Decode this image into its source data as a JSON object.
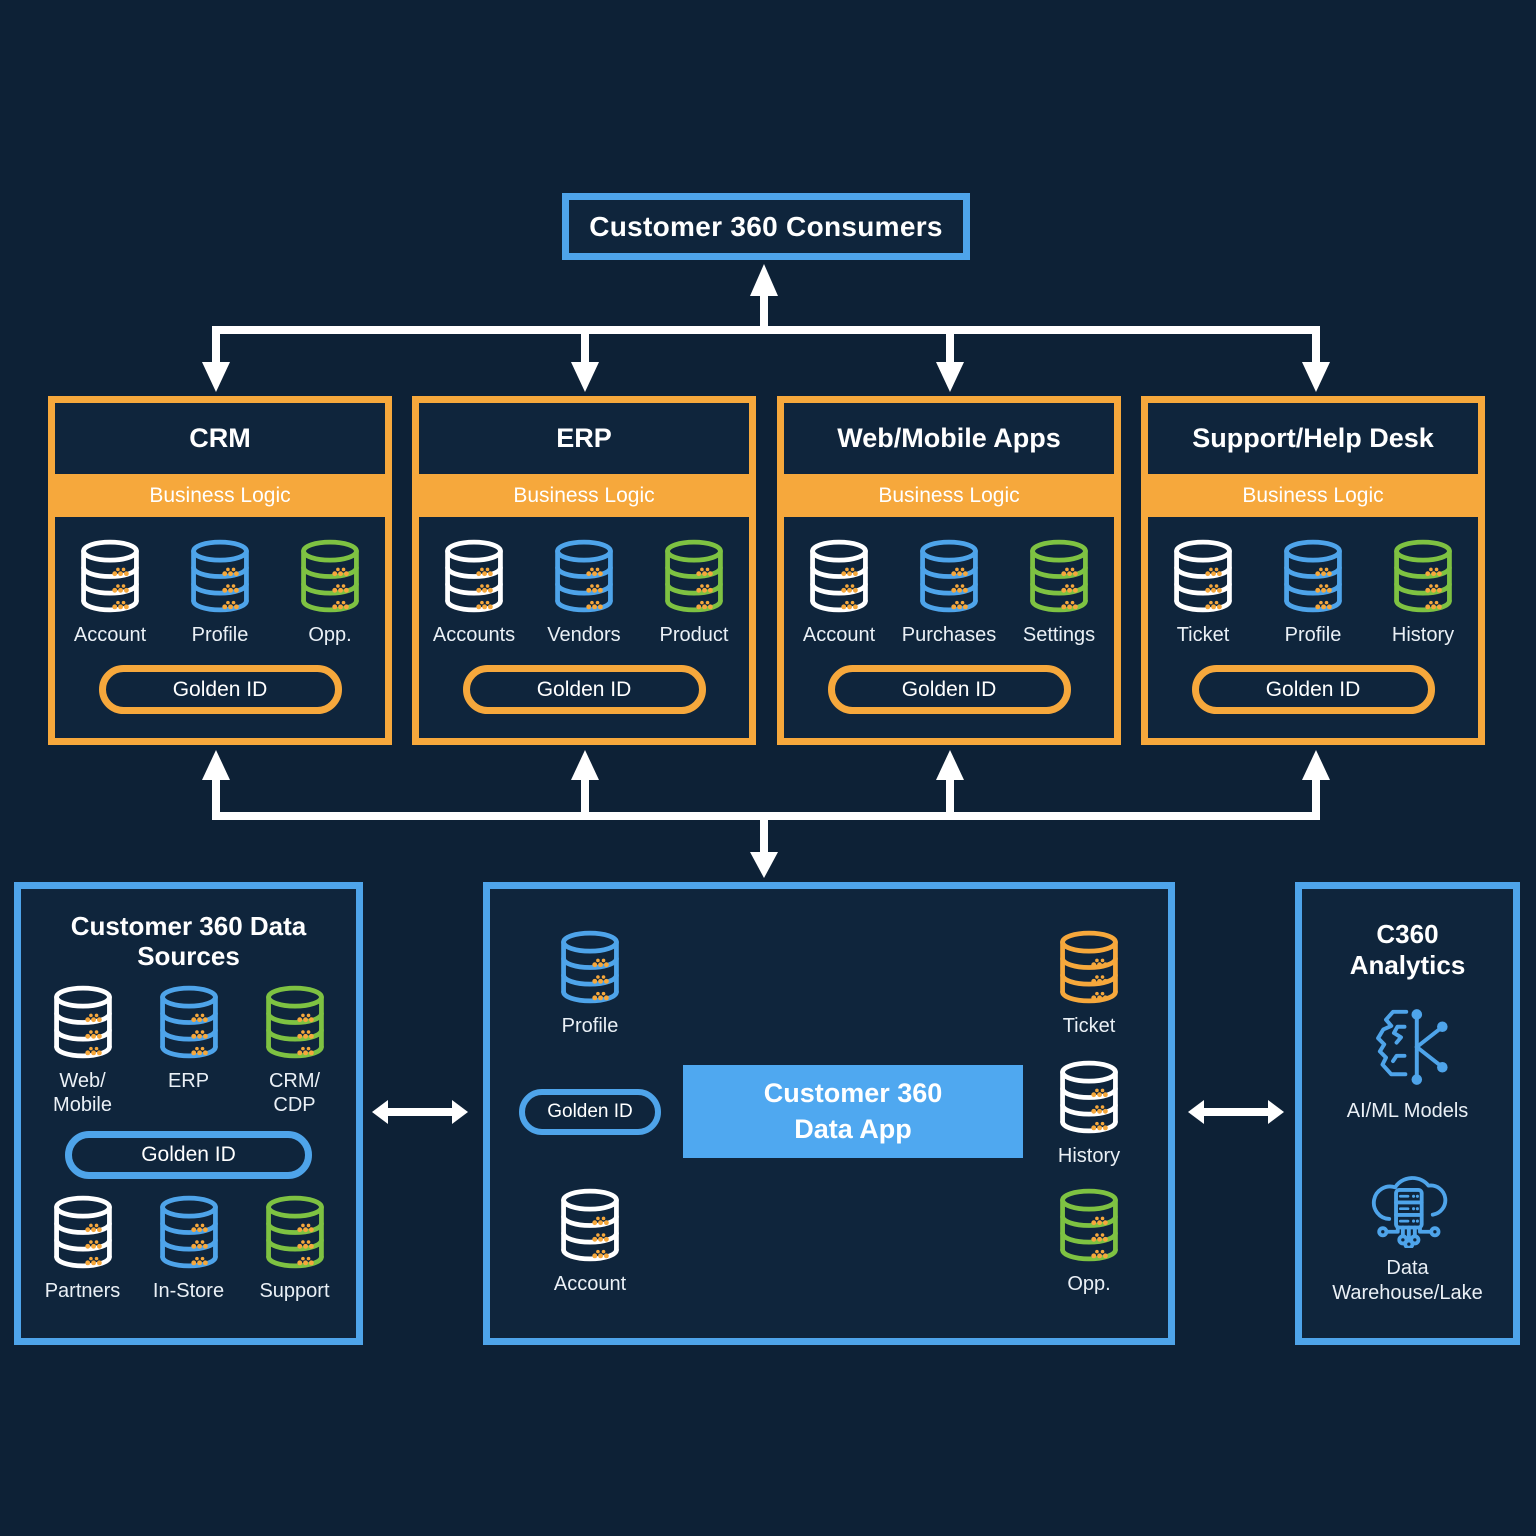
{
  "colors": {
    "background": "#0D2136",
    "panel_fill": "#0F253C",
    "blue_accent": "#4EA4EA",
    "blue_app_fill": "#4FA8F0",
    "orange_accent": "#F6A83C",
    "green_accent": "#7EC242",
    "arrow_white": "#FFFFFF"
  },
  "icons": {
    "database": "database-cylinder-icon",
    "ai_ml": "ai-ml-network-icon",
    "warehouse": "cloud-server-icon",
    "arrows": "flow-arrow"
  },
  "consumers": {
    "title": "Customer 360 Consumers"
  },
  "apps": [
    {
      "title": "CRM",
      "band_label": "Business Logic",
      "golden_id": "Golden ID",
      "items": [
        {
          "label": "Account"
        },
        {
          "label": "Profile"
        },
        {
          "label": "Opp."
        }
      ]
    },
    {
      "title": "ERP",
      "band_label": "Business Logic",
      "golden_id": "Golden ID",
      "items": [
        {
          "label": "Accounts"
        },
        {
          "label": "Vendors"
        },
        {
          "label": "Product"
        }
      ]
    },
    {
      "title": "Web/Mobile Apps",
      "band_label": "Business Logic",
      "golden_id": "Golden ID",
      "items": [
        {
          "label": "Account"
        },
        {
          "label": "Purchases"
        },
        {
          "label": "Settings"
        }
      ]
    },
    {
      "title": "Support/Help Desk",
      "band_label": "Business Logic",
      "golden_id": "Golden ID",
      "items": [
        {
          "label": "Ticket"
        },
        {
          "label": "Profile"
        },
        {
          "label": "History"
        }
      ]
    }
  ],
  "data_sources": {
    "title": "Customer 360 Data Sources",
    "golden_id": "Golden ID",
    "row1": [
      {
        "label": "Web/\nMobile"
      },
      {
        "label": "ERP"
      },
      {
        "label": "CRM/\nCDP"
      }
    ],
    "row2": [
      {
        "label": "Partners"
      },
      {
        "label": "In-Store"
      },
      {
        "label": "Support"
      }
    ]
  },
  "data_app": {
    "title": "Customer 360\nData App",
    "golden_id": "Golden ID",
    "left_items": [
      {
        "label": "Profile"
      },
      {
        "label": "Account"
      }
    ],
    "right_items": [
      {
        "label": "Ticket"
      },
      {
        "label": "History"
      },
      {
        "label": "Opp."
      }
    ]
  },
  "analytics": {
    "title": "C360\nAnalytics",
    "ai_label": "AI/ML Models",
    "dw_label": "Data\nWarehouse/Lake"
  }
}
